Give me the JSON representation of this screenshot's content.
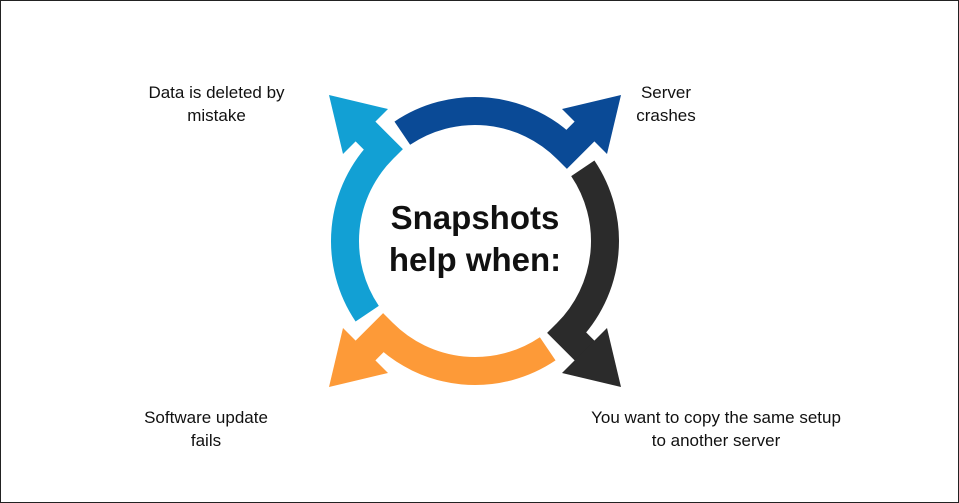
{
  "title_line1": "Snapshots",
  "title_line2": "help when:",
  "items": [
    {
      "label": "Data is deleted by mistake",
      "color": "#12a0d4",
      "position": "top-left"
    },
    {
      "label": "Server crashes",
      "color": "#0a4a96",
      "position": "top-right"
    },
    {
      "label": "Software update fails",
      "color": "#fd9a38",
      "position": "bottom-left"
    },
    {
      "label": "You want to copy the same setup to another server",
      "color": "#2b2b2b",
      "position": "bottom-right"
    }
  ]
}
